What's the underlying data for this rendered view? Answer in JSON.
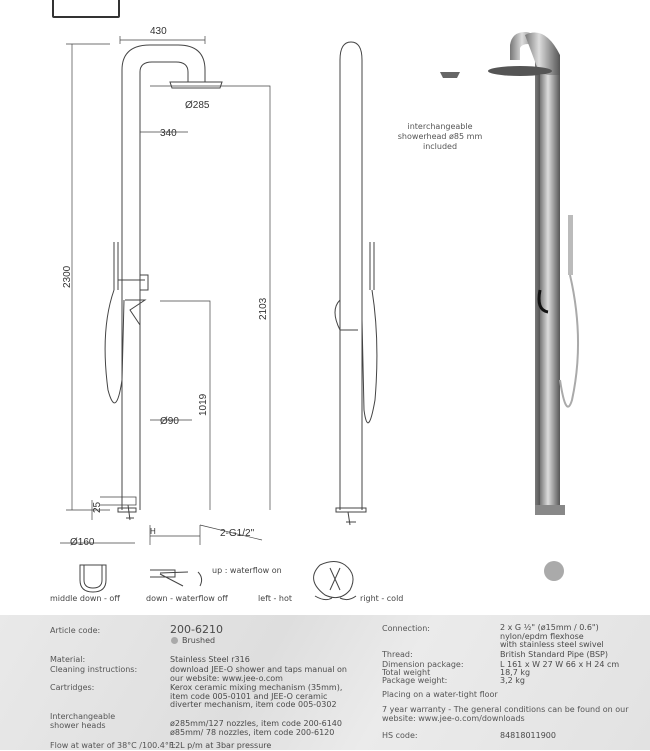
{
  "drawing": {
    "dimensions": {
      "width_top": "430",
      "shower_diameter": "Ø285",
      "arm": "340",
      "height_total": "2300",
      "height_head": "2103",
      "height_mixer": "1019",
      "tube_diameter": "Ø90",
      "base_height": "25",
      "base_diameter": "Ø160",
      "thread": "2-G1/2\"",
      "h_label": "H"
    },
    "note": [
      "interchangeable",
      "showerhead ø85 mm",
      "included"
    ]
  },
  "usage": {
    "middle_down": "middle down - off",
    "down": "down - waterflow off",
    "up": "up : waterflow on",
    "left": "left - hot",
    "right": "right - cold"
  },
  "finish_swatch_color": "#a9a9a9",
  "specs": {
    "left": [
      {
        "label": "Article code:",
        "value": "200-6210"
      },
      {
        "label": "",
        "value": "Brushed"
      },
      {
        "label": "Material:",
        "value": "Stainless Steel r316"
      },
      {
        "label": "Cleaning instructions:",
        "value": "download JEE-O shower and taps manual on our website: www.jee-o.com"
      },
      {
        "label": "Cartridges:",
        "value": "Kerox ceramic mixing mechanism (35mm), item code 005-0101 and JEE-O ceramic diverter mechanism, item code 005-0302"
      },
      {
        "label": "Interchangeable shower heads",
        "value": "ø285mm/127 nozzles, item code 200-6140\nø85mm/ 78 nozzles, item code 200-6120"
      },
      {
        "label": "Flow at water of 38°C /100.4°F:",
        "value": "12L p/m at 3bar pressure"
      }
    ],
    "right": [
      {
        "label": "Connection:",
        "value": "2 x G ½\" (ø15mm / 0.6\")\nnylon/epdm flexhose\nwith stainless steel swivel"
      },
      {
        "label": "Thread:",
        "value": "British Standard Pipe (BSP)"
      },
      {
        "label": "Dimension package:",
        "value": "L 161 x W 27 W 66 x H 24 cm"
      },
      {
        "label": "Total weight",
        "value": "18,7 kg"
      },
      {
        "label": "Package weight:",
        "value": "3,2 kg"
      },
      {
        "label": "Placing on a water-tight floor",
        "value": ""
      },
      {
        "label": "7 year warranty - The general conditions can be found on our website: www.jee-o.com/downloads",
        "value": ""
      },
      {
        "label": "HS code:",
        "value": "84818011900"
      }
    ]
  }
}
